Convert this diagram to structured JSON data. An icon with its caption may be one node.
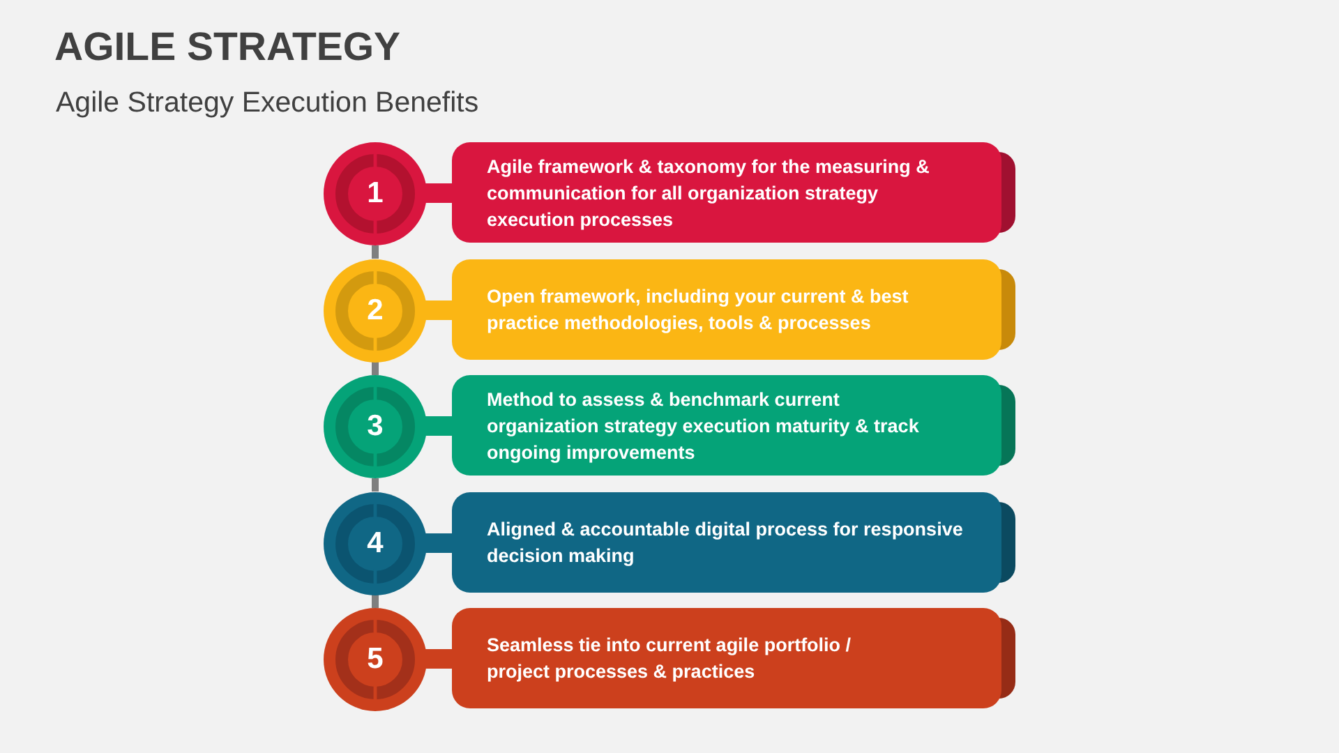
{
  "diagram": {
    "title": "AGILE STRATEGY",
    "nodes": [
      {
        "text": [
          "1"
        ]
      },
      {
        "text": [
          "Agile framework & taxonomy for the measuring & communication for all organization strategy execution processes"
        ]
      },
      {
        "text": [
          "2"
        ]
      },
      {
        "text": [
          "Open framework, including your current & best practice methodologies, tools & processes"
        ]
      },
      {
        "text": [
          "3"
        ]
      },
      {
        "text": [
          "Method to assess & benchmark current organization strategy execution maturity & track ongoing improvements"
        ]
      },
      {
        "text": [
          "4"
        ]
      },
      {
        "text": [
          "Aligned & accountable digital process for responsive decision making"
        ]
      },
      {
        "text": [
          "5"
        ]
      },
      {
        "text": [
          "Seamless tie into current agile portfolio / project processes & practices"
        ]
      }
    ],
    "edges": [
      {
        "from": 0,
        "to": 2,
        "arrow": "none"
      },
      {
        "from": 2,
        "to": 4,
        "arrow": "none"
      },
      {
        "from": 4,
        "to": 6,
        "arrow": "none"
      },
      {
        "from": 6,
        "to": 8,
        "arrow": "none"
      }
    ],
    "labels": [
      "Agile Strategy Execution Benefits"
    ]
  }
}
